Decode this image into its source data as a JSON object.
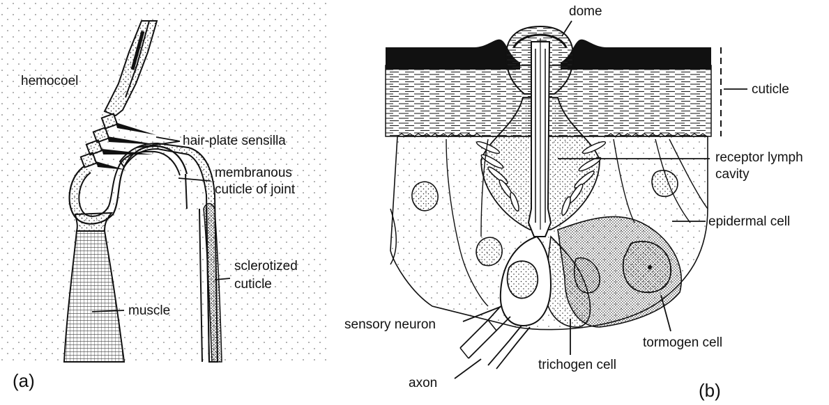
{
  "panel_a": {
    "panel_label": "(a)",
    "labels": {
      "hemocoel": "hemocoel",
      "hair_plate_sensilla": "hair-plate sensilla",
      "membranous_line1": "membranous",
      "membranous_line2": "cuticle of joint",
      "sclerotized_line1": "sclerotized",
      "sclerotized_line2": "cuticle",
      "muscle": "muscle"
    }
  },
  "panel_b": {
    "panel_label": "(b)",
    "labels": {
      "dome": "dome",
      "cuticle": "cuticle",
      "receptor_line1": "receptor lymph",
      "receptor_line2": "cavity",
      "epidermal_cell": "epidermal cell",
      "sensory_neuron": "sensory neuron",
      "tormogen_cell": "tormogen cell",
      "trichogen_cell": "trichogen cell",
      "axon": "axon"
    }
  }
}
